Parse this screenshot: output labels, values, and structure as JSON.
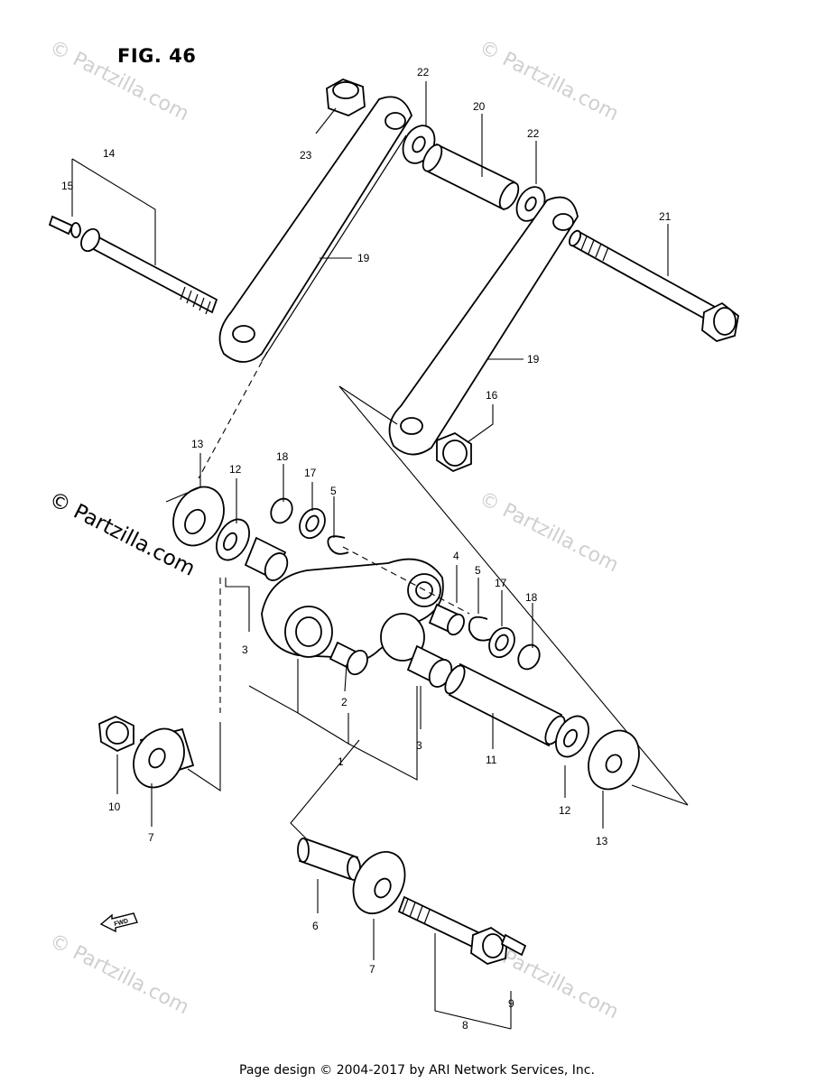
{
  "figure": {
    "title": "FIG. 46"
  },
  "footer": {
    "text": "Page design © 2004-2017 by ARI Network Services, Inc."
  },
  "watermark": {
    "faint": "© Partzilla.com",
    "strong": "© Partzilla.com"
  },
  "fwd_label": "FWD",
  "callouts": [
    "1",
    "2",
    "3",
    "3",
    "4",
    "5",
    "5",
    "6",
    "7",
    "7",
    "8",
    "9",
    "10",
    "11",
    "12",
    "12",
    "13",
    "13",
    "14",
    "15",
    "16",
    "17",
    "17",
    "18",
    "18",
    "19",
    "19",
    "20",
    "21",
    "22",
    "22",
    "23"
  ],
  "colors": {
    "line": "#000000",
    "watermark": "#cfcfcf",
    "background": "#ffffff"
  }
}
